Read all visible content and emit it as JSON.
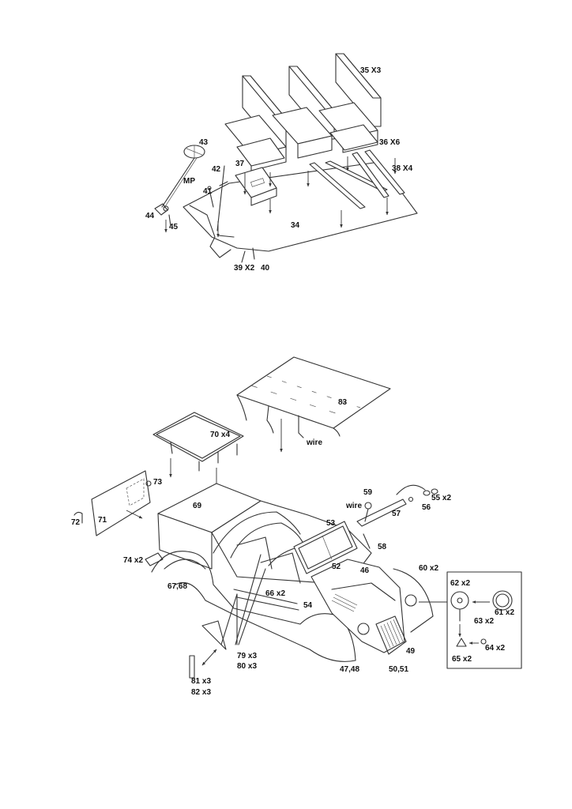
{
  "top_assembly": {
    "labels": {
      "p35": "35 X3",
      "p36": "36 X6",
      "p38": "38 X4",
      "p43": "43",
      "p42": "42",
      "p37": "37",
      "mp": "MP",
      "p41": "41",
      "p44": "44",
      "p45": "45",
      "p34": "34",
      "p39": "39 X2",
      "p40": "40"
    }
  },
  "bottom_assembly": {
    "labels": {
      "p83": "83",
      "wire_top": "wire",
      "p70": "70 x4",
      "p73": "73",
      "p72": "72",
      "p71": "71",
      "p69": "69",
      "p59": "59",
      "wire_mid": "wire",
      "p55": "55 x2",
      "p56": "56",
      "p57": "57",
      "p53": "53",
      "p58": "58",
      "p60": "60 x2",
      "p74": "74 x2",
      "p52": "52",
      "p46": "46",
      "p67": "67,68",
      "p66": "66 x2",
      "p54": "54",
      "p62": "62 x2",
      "p61": "61 x2",
      "p63": "63 x2",
      "p49": "49",
      "p79": "79 x3",
      "p80": "80 x3",
      "p47": "47,48",
      "p50": "50,51",
      "p64": "64 x2",
      "p65": "65 x2",
      "p81": "81 x3",
      "p82": "82 x3"
    }
  }
}
